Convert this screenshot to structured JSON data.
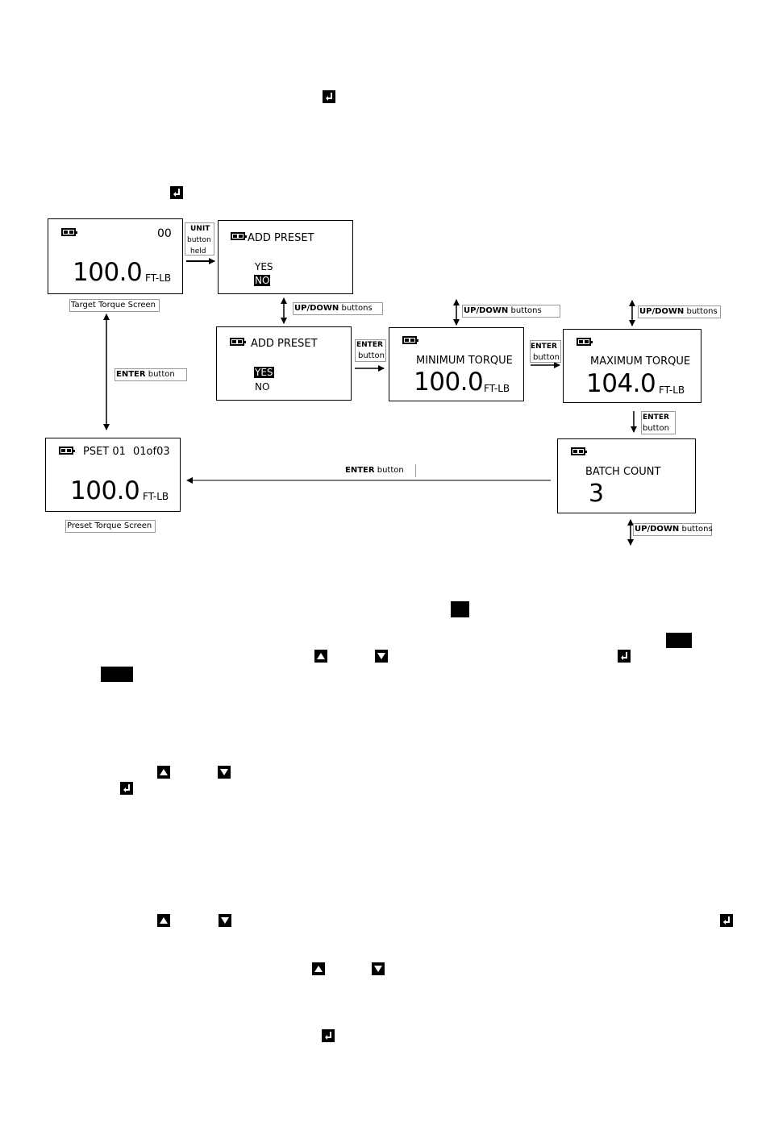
{
  "icons": {
    "enter": "enter-icon",
    "up": "up-arrow-icon",
    "down": "down-arrow-icon",
    "battery": "battery-icon",
    "black_box": "black-square"
  },
  "screens": {
    "target": {
      "counter": "00",
      "value": "100.0",
      "unit": "FT-LB",
      "caption": "Target Torque Screen"
    },
    "add_preset_no": {
      "title": "ADD PRESET",
      "yes": "YES",
      "no": "NO",
      "selected": "NO"
    },
    "add_preset_yes": {
      "title": "ADD PRESET",
      "yes": "YES",
      "no": "NO",
      "selected": "YES"
    },
    "min_torque": {
      "title": "MINIMUM TORQUE",
      "value": "100.0",
      "unit": "FT-LB"
    },
    "max_torque": {
      "title": "MAXIMUM TORQUE",
      "value": "104.0",
      "unit": "FT-LB"
    },
    "batch": {
      "title": "BATCH COUNT",
      "value": "3"
    },
    "preset": {
      "pset": "PSET 01",
      "count": "01of03",
      "value": "100.0",
      "unit": "FT-LB",
      "caption": "Preset Torque Screen"
    }
  },
  "transitions": {
    "unit_held": {
      "line1": "UNIT",
      "line2": "button",
      "line3": "held"
    },
    "updown1": {
      "bold": "UP/DOWN",
      "rest": " buttons"
    },
    "enter_left": {
      "bold": "ENTER",
      "rest": " button"
    },
    "enter_1": {
      "line1": "ENTER",
      "line2": "button"
    },
    "updown2": {
      "bold": "UP/DOWN",
      "rest": " buttons"
    },
    "enter_2": {
      "line1": "ENTER",
      "line2": "button"
    },
    "updown3": {
      "bold": "UP/DOWN",
      "rest": " buttons"
    },
    "enter_3": {
      "line1": "ENTER",
      "line2": "button"
    },
    "enter_bottom": {
      "bold": "ENTER",
      "rest": " button"
    },
    "updown4": {
      "bold": "UP/DOWN",
      "rest": " buttons"
    }
  }
}
